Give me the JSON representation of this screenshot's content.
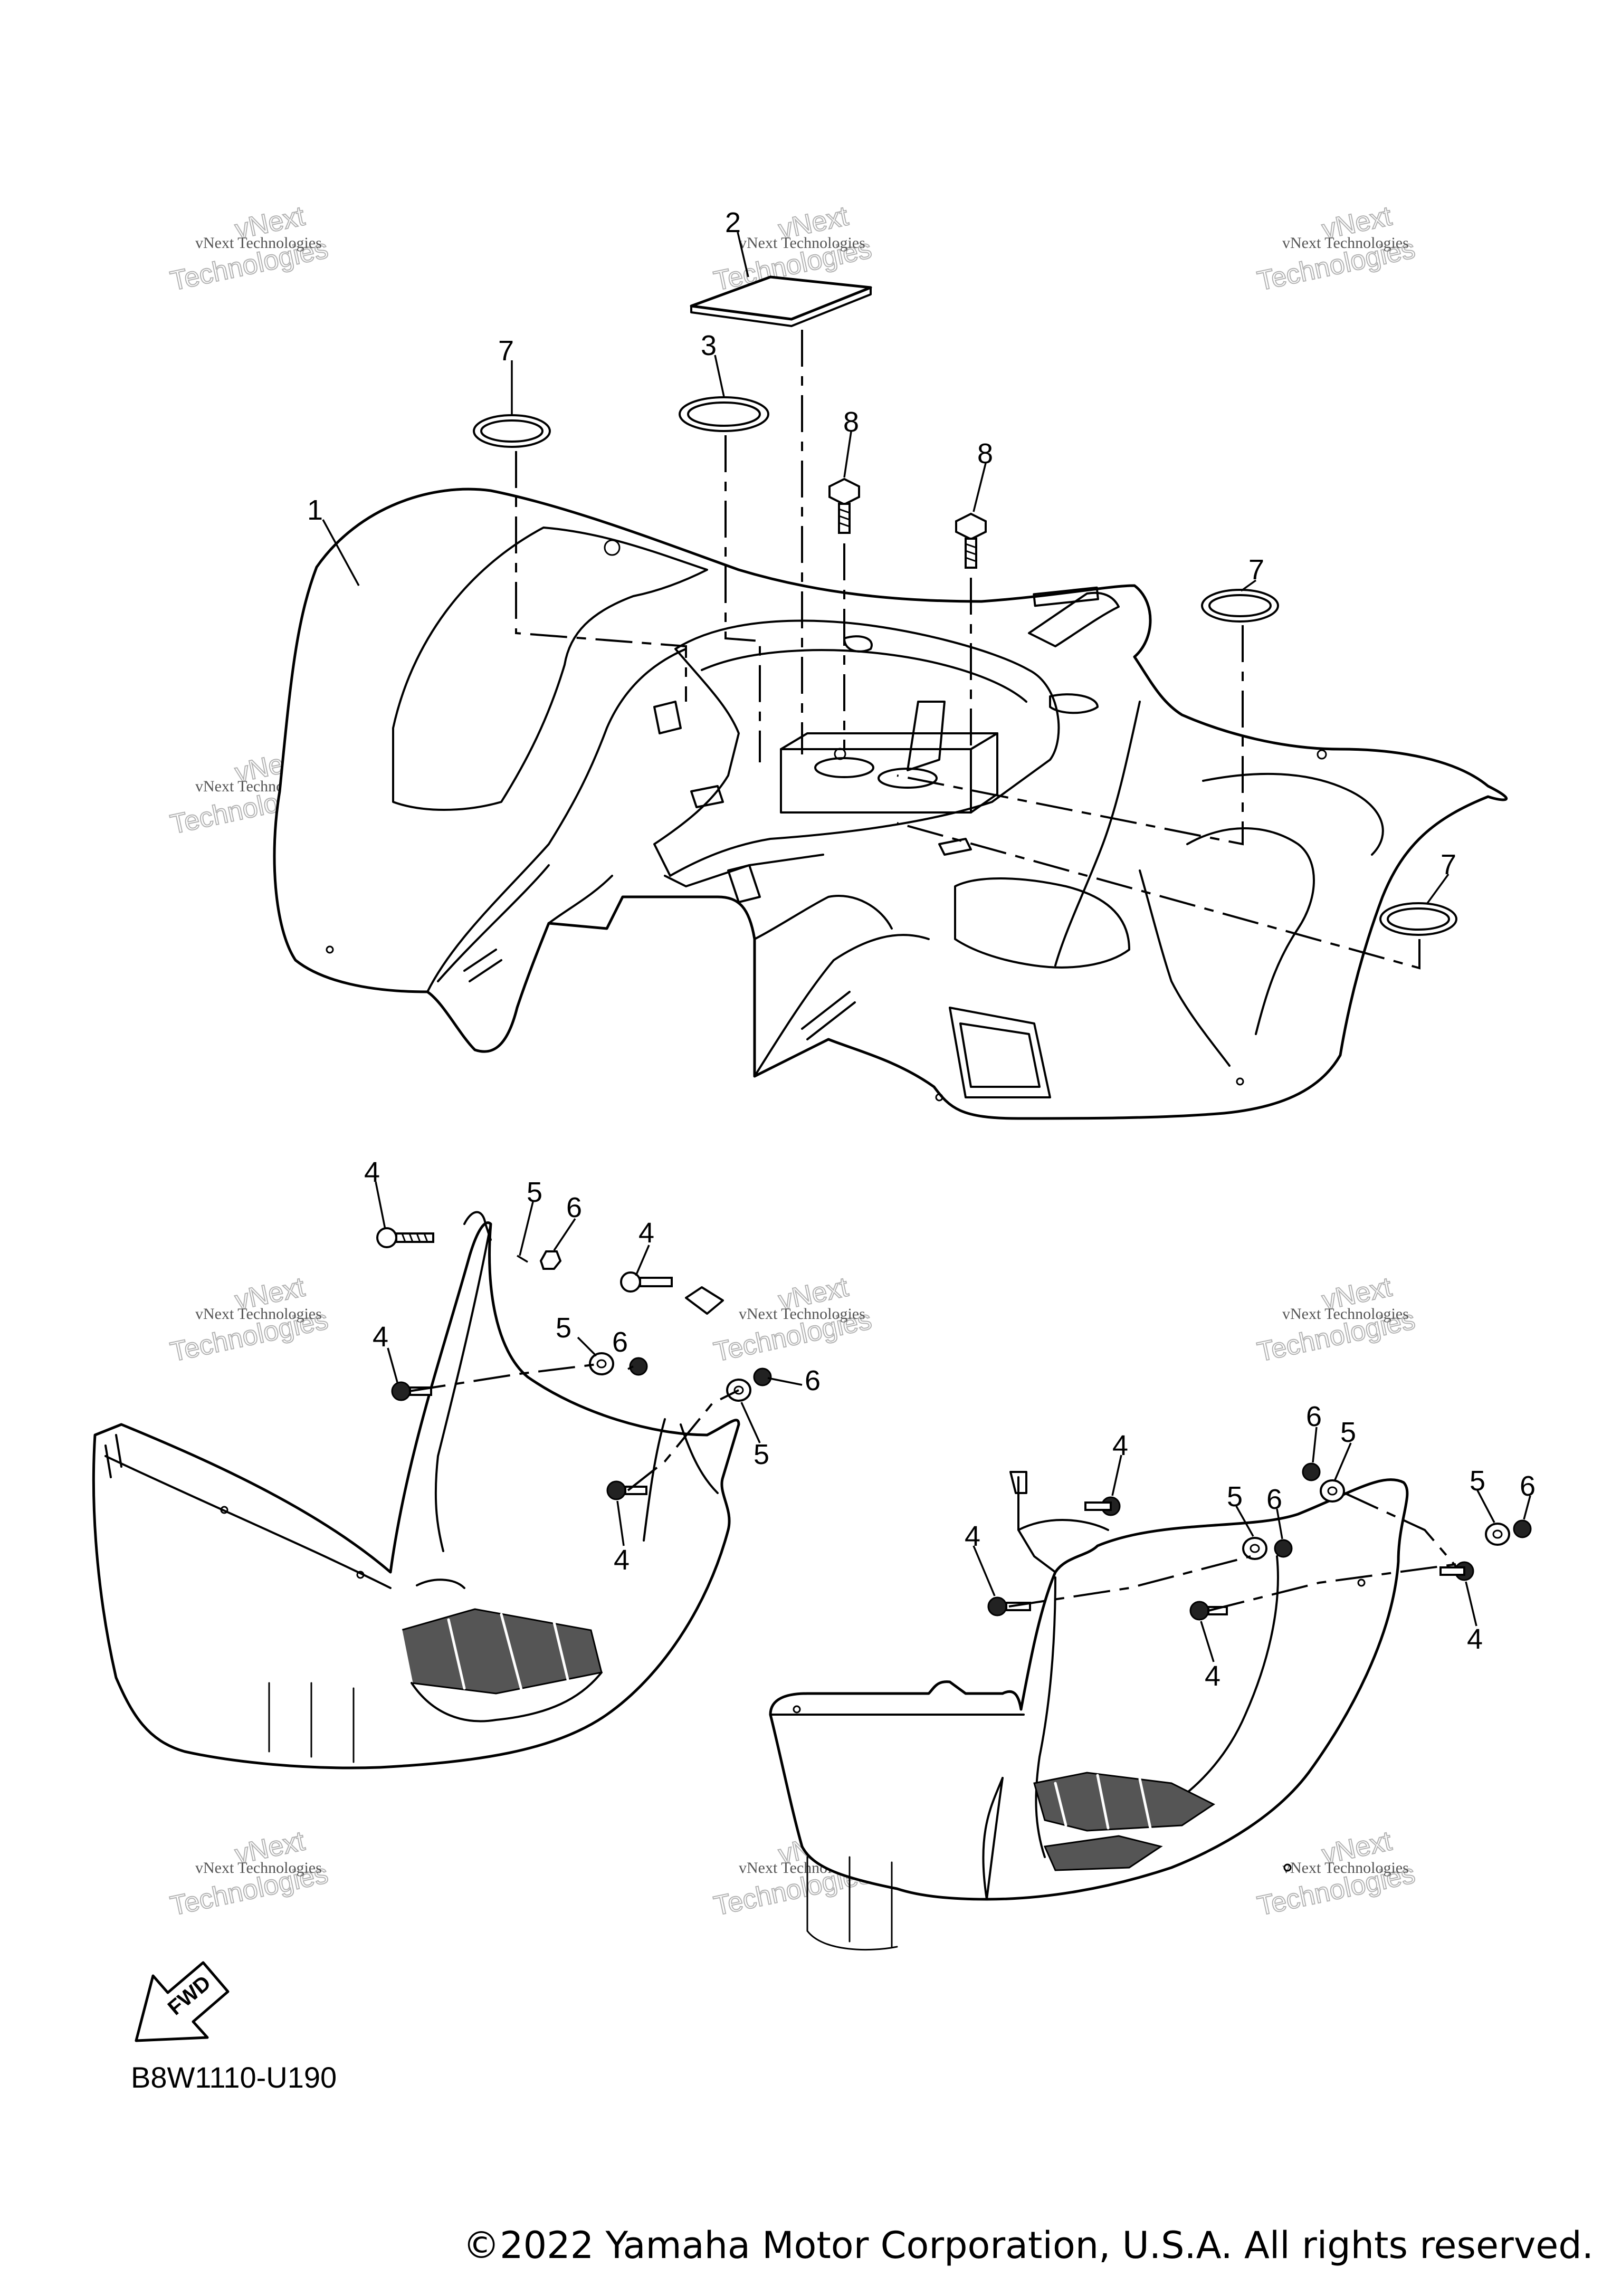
{
  "callouts": [
    {
      "label": "1"
    },
    {
      "label": "2"
    },
    {
      "label": "3"
    },
    {
      "label": "7"
    },
    {
      "label": "8"
    },
    {
      "label": "8"
    },
    {
      "label": "7"
    },
    {
      "label": "7"
    },
    {
      "label": "4"
    },
    {
      "label": "5"
    },
    {
      "label": "6"
    },
    {
      "label": "4"
    },
    {
      "label": "4"
    },
    {
      "label": "5"
    },
    {
      "label": "6"
    },
    {
      "label": "6"
    },
    {
      "label": "5"
    },
    {
      "label": "4"
    },
    {
      "label": "4"
    },
    {
      "label": "6"
    },
    {
      "label": "5"
    },
    {
      "label": "5"
    },
    {
      "label": "6"
    },
    {
      "label": "5"
    },
    {
      "label": "6"
    },
    {
      "label": "4"
    },
    {
      "label": "4"
    },
    {
      "label": "4"
    }
  ],
  "watermark": {
    "line1": "vNext Technologies",
    "line2": "vNext",
    "line3": "Technologies"
  },
  "fwd_label": "FWD",
  "diagram_code": "B8W1110-U190",
  "copyright": "©2022 Yamaha Motor Corporation, U.S.A. All rights reserved."
}
